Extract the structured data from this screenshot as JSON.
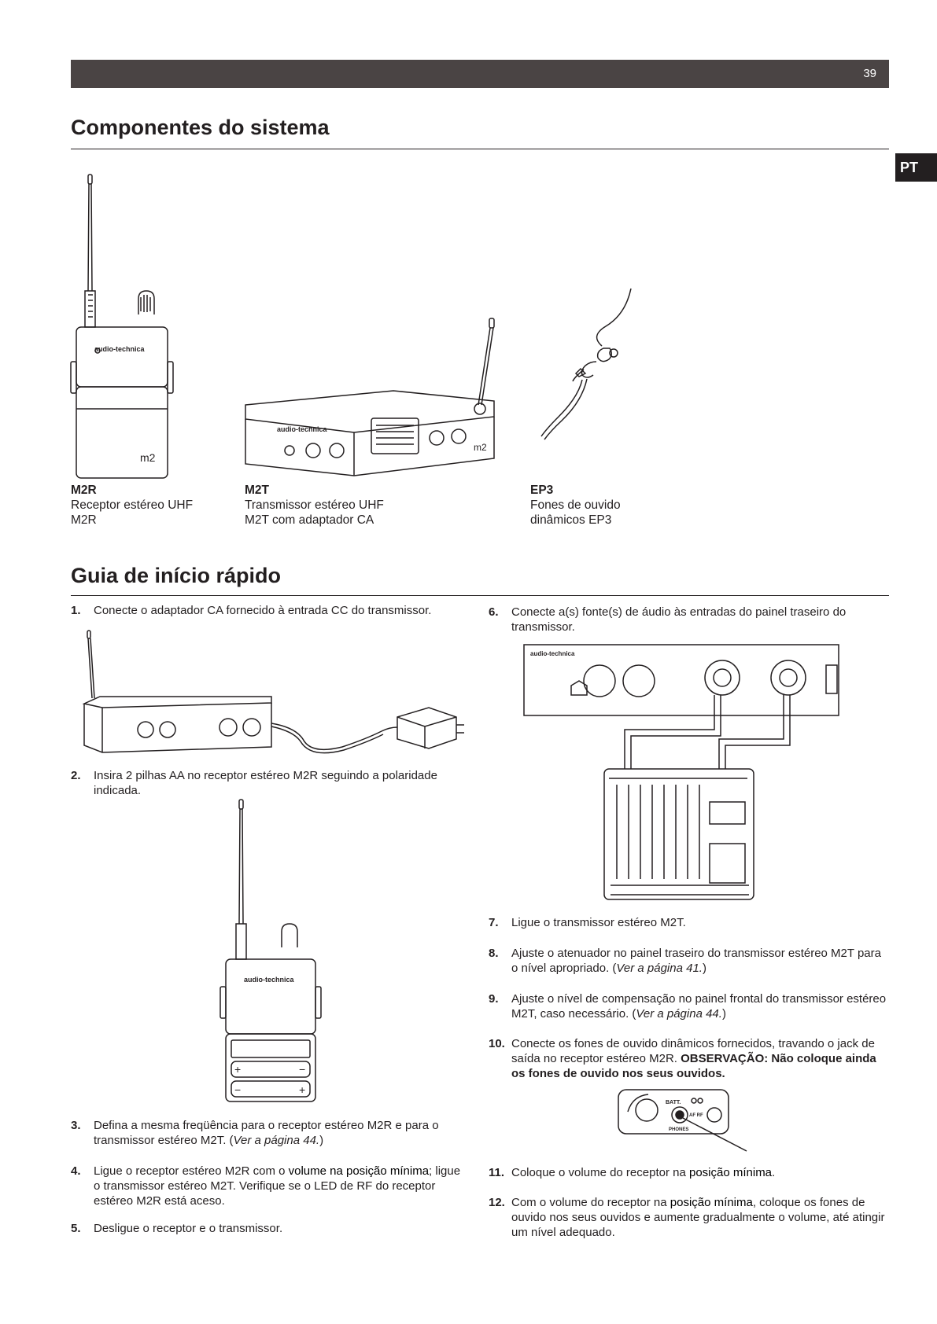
{
  "header": {
    "page_number": "39",
    "language_tab": "PT"
  },
  "components": {
    "title": "Componentes do sistema",
    "items": [
      {
        "name": "M2R",
        "desc_line1": "Receptor estéreo UHF",
        "desc_line2": "M2R"
      },
      {
        "name": "M2T",
        "desc_line1": "Transmissor estéreo UHF",
        "desc_line2": "M2T com adaptador CA"
      },
      {
        "name": "EP3",
        "desc_line1": "Fones de ouvido",
        "desc_line2": "dinâmicos EP3"
      }
    ]
  },
  "device_labels": {
    "brand": "audio-technica",
    "m2_logo": "m2",
    "batt": "BATT.",
    "af_rf": "AF  RF",
    "phones": "PHONES"
  },
  "quickstart": {
    "title": "Guia de início rápido",
    "steps": [
      {
        "num": "1.",
        "text": "Conecte o adaptador CA fornecido à entrada CC do transmissor."
      },
      {
        "num": "2.",
        "text": "Insira 2 pilhas AA no receptor estéreo M2R seguindo a polaridade indicada."
      },
      {
        "num": "3.",
        "text_a": "Defina a mesma freqüência para o receptor estéreo M2R e para o transmissor estéreo M2T. (",
        "ref": "Ver a página 44.",
        "text_b": ")"
      },
      {
        "num": "4.",
        "text_a": "Ligue o receptor estéreo M2R com o ",
        "hl": "volume na posição mínima",
        "text_b": "; ligue o transmissor estéreo M2T. Verifique se o LED de RF do receptor estéreo M2R está aceso."
      },
      {
        "num": "5.",
        "text": "Desligue o receptor e o transmissor."
      },
      {
        "num": "6.",
        "text": "Conecte a(s) fonte(s) de áudio às entradas do painel traseiro do transmissor."
      },
      {
        "num": "7.",
        "text": "Ligue o transmissor estéreo M2T."
      },
      {
        "num": "8.",
        "text_a": "Ajuste o atenuador no painel traseiro do transmissor estéreo M2T para o nível apropriado. (",
        "ref": "Ver a página 41.",
        "text_b": ")"
      },
      {
        "num": "9.",
        "text_a": "Ajuste o nível de compensação no painel frontal do transmissor estéreo M2T, caso necessário. (",
        "ref": "Ver a página 44.",
        "text_b": ")"
      },
      {
        "num": "10.",
        "text_a": "Conecte os fones de ouvido dinâmicos fornecidos, travando o jack de saída no receptor estéreo M2R. ",
        "bold": "OBSERVAÇÃO: Não coloque ainda os fones de ouvido nos seus ouvidos."
      },
      {
        "num": "11.",
        "text_a": "Coloque o volume do receptor na ",
        "hl": "posição mínima",
        "text_b": "."
      },
      {
        "num": "12.",
        "text_a": "Com o volume do receptor na ",
        "hl": "posição mínima",
        "text_b": ", coloque os fones de ouvido nos seus ouvidos e aumente gradualmente o volume, até atingir um nível adequado."
      }
    ]
  }
}
